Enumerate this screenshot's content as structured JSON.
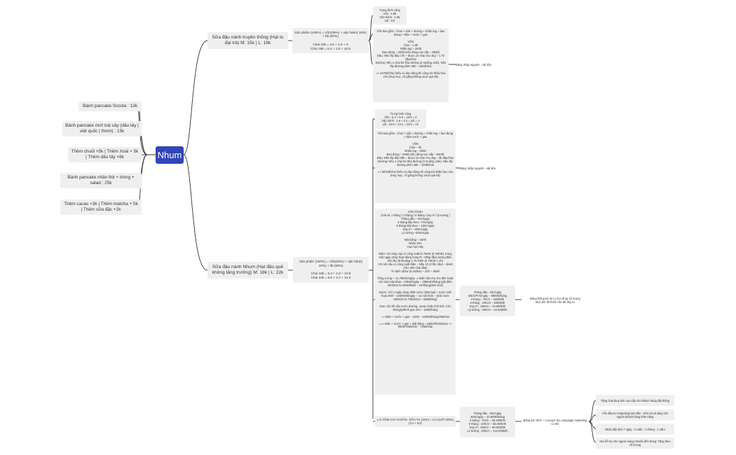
{
  "root": {
    "label": "Nhum"
  },
  "left_branches": [
    {
      "label": "Bánh pancake Socola : 13k"
    },
    {
      "label": "Bánh pancake mứt trái cây (dâu tây | việt quốc | thơm) : 15k"
    },
    {
      "label": "Thêm chuối +5k | Thêm Xoài + 5k | Thêm dâu tây +8k"
    },
    {
      "label": "Bánh pancake nhân thịt + trứng + salad : 25k"
    },
    {
      "label": "Thêm cacao +3k | Thêm matcha + 5k | Thêm sữa đặc +2k"
    }
  ],
  "branch_top": {
    "label": "Sữa đậu nành truyền thống (Hạt to đại trà) M: 15k | L: 18k",
    "formula": "Sản phẩm (100%) = Vốn(30%) + vận hành( 10%) + lãi (60%)\n\nChai 15k = 4.5 + 1.5 + 9\nChai 18k = 5.4 + 1.8 + 10.8",
    "average": "Trung bình cộng\nVốn : 4.95\nVận hành : 1.65\nLãi : 9.9",
    "capital": "Vốn bao gồm : Chai + sữa + đường + nhãn tag + bao đựng + điện + nước + gas\n\nVỐN\nChai – 1.9k\nNhãn tag – 250đ\nBao đựng – 200đ (nếu dùng cao cấp – 550đ)\nĐậu: Nếu lấy đậu 17k – được 10 chai cho 1kg – 1.7k đậu/chai\nĐường: Nếu 1 chai bỏ thìa đường (3 muỗng cafe). Nếu lấy đường phèn 28k – 420đ/chai\n\n=> 4470đ/chai (Nếu có dao động thì cộng trừ khấu hao cho từng mục, cố gắng không vượt quá 5k)",
    "price_table": "Bảng nhập nguyên - vật liệu"
  },
  "branch_bottom": {
    "label": "Sữa đậu nành Nhum (Hạt đậu quê không tăng trưởng) M: 18k | L: 22k",
    "formula": "Sản phẩm (100%) = Vốn(30%) + vận hành( 10%) + lãi (60%)\n\nChai 18k = 5.4 + 1.8 + 10.8\nChai 22k = 6.6 + 2.2 + 13.2",
    "average": "Trung bình cộng\nVốn : 5.4 + 6.6 = 12/2 = 6\nVận hành : 1.8 + 2.2 = 4/2 = 2\nLãi : 10.8 + 13.2 = 24/2 = 12",
    "capital": "Vốn bao gồm : Chai + sữa + đường + nhãn tag + bao đựng + điện nước + gas\n\nVỐN\nChai – 2k\nNhãn tag – 250đ\nBao đựng – 200đ (nếu dùng cao cấp – 550đ)\nĐậu: Nếu lấy đậu 30k – được 10 chai cho 1kg – 3k đậu/chai\nĐường: Nếu 1 chai bỏ thìa đường (3 muỗng cafe). Nếu lấy đường phèn 28k – 420đ/chai\n\n=> 5870đ/chai (Nếu có dao động thì cộng trừ khấu hao cho từng mục, cố gắng không vượt quá 6k)",
    "price_table": "Bảng nhập nguyên - vật liệu",
    "operation": "VẬN HÀNH\n(Giá sử 1 tháng / 3 tháng / 6 tháng / duy trì / lý tưởng )\nTháng đầu – 50c/ngày\n3 tháng tiếp theo –70c/ngày\n6 tháng tiếp theo – 100c/ngày\nDuy trì – 250c/ngày\nLý tưởng –400c/ngày\n\nMặt bằng – 4tr/th\nNhân viên\nHao hụt máy\n\nĐiện: Với máy xay có công suất là 750W (0.75KW), trong một ngày (máy hoạt động trong th –25kg đậu) lượng điện tiêu thụ là khoảng 1.75 KWh (0.75KW x 1h)\nVới nồi nấu có công suất điện – Nấu 1h (2 lần nấu) – 4kwh (cho 250 chai đậu)\nTủ lạnh 1b2w (0.162kw) – 24h – 4kwh\n\nTổng 3 máy – 11.75kwh/ngày. ⇒ Điện tiêu thụ cho đến hoặc các loại máy khác –13kwh/ngày – 285kwh/tháng (giá điện 05/2022 là 2534đ/kwh – 1tr/tháng/250 chai)\n\nNước: Với 1 ngày dùng 200l nước (250chai) + nước sinh hoạt 200l – 12000l/30ngày – 12 mét khối – (Giá nước 05/2022 là 7052k/m3 – 85k/tháng)\n\nGas: Chỉ để nấu nước đường, cacao hoặc linh tinh. Cho 5k/ngày/bình gas nhỏ – 150k/tháng\n\n=> Điện + nước + gas – 1235 – 1300tr/tháng/250chai\n\n==> Điện + nước + gas + mặt bằng – 5500/th/250chai –> 5500/7500chai – 734đ/chai",
    "operation_months": "Tháng đầu : 30c/ngày\n40k/CPVn/ngày – 5800k/tháng\n3 tháng : 70c/n – 4200k/th\n6 tháng : 100c/n – 6000k/th\nDuy trì : 250c/n – 15.000k/th\nLý tưởng : 400c/n – 24.000k/th",
    "stats_table": "Bảng thống kê rủi ro cho từng số lượng\nMục phí tối thiểu cần để duy trì",
    "profit": "LÃI GỒM CÁC KHOẢN : ĐẦU TƯ (20%) + LÃI SUẤT (80%) (2.4 + 9.6)",
    "profit_months": "Tháng đầu : 30c/ngày\n3x6k/ngày – 10.800k/tháng\n3 tháng : 70c/n – 25.200k/th\n6 tháng : 100c/n – 36.000k/th\nDuy trì : 250c/n – 90.000k/th\nLý tưởng : 400c/n – 144.000k/th",
    "campaign": "Bảng lịch trình – concept cho campaign marketing cụ thể",
    "campaign_items": [
      "Tặng chai thuỷ tinh cao cấp cho khách hàng đặt thẳng",
      "Vốn đầu tư marketing ban đầu - Sữa 1k và tặng cho nguồn khách hàng tiềm năng",
      "Nhận đặt sữa 7 ngày - 2 tuần - 1 tháng - 1 năm",
      "Gia hỗ trợ cho người mang chai/lọ đến đong: Tặng theo số lượng"
    ]
  }
}
